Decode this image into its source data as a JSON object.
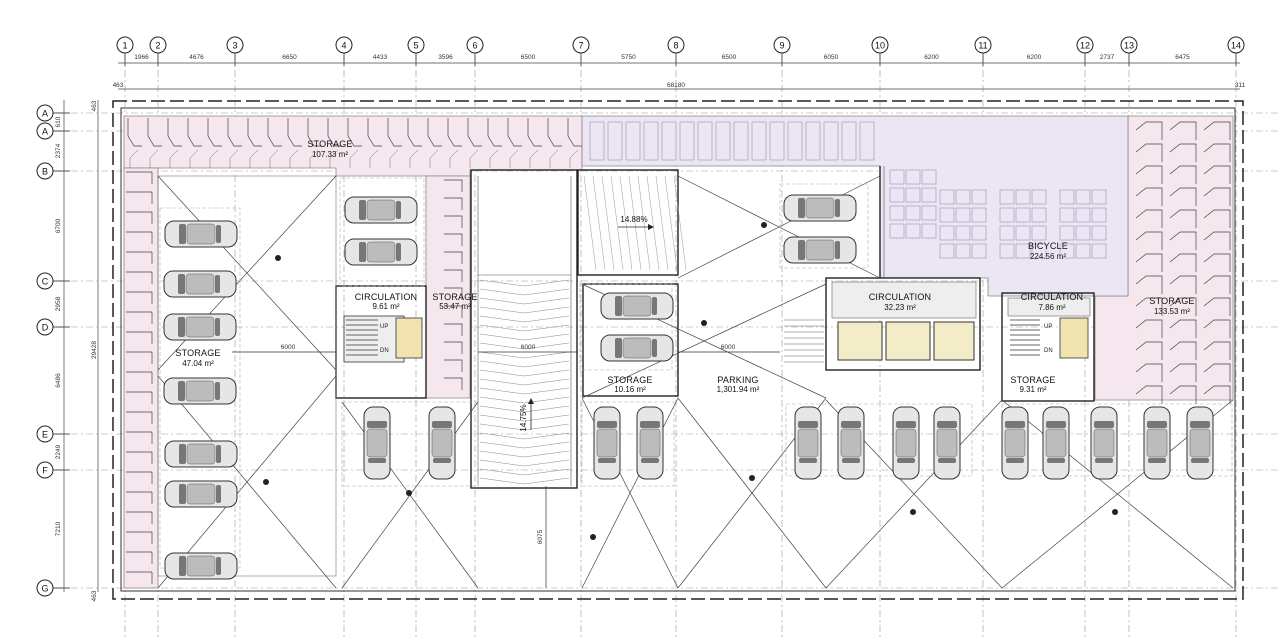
{
  "grid": {
    "columns": [
      "1",
      "2",
      "3",
      "4",
      "5",
      "6",
      "7",
      "8",
      "9",
      "10",
      "11",
      "12",
      "13",
      "14"
    ],
    "column_dims": [
      "1966",
      "4676",
      "6650",
      "4433",
      "3596",
      "6500",
      "5750",
      "6500",
      "6050",
      "6200",
      "6200",
      "2737",
      "6475"
    ],
    "overall_dim": "68180",
    "edge_left_dim": "463",
    "edge_right_dim": "311",
    "rows": [
      "A",
      "A",
      "B",
      "C",
      "D",
      "E",
      "F",
      "G"
    ],
    "row_dims": [
      "610",
      "2374",
      "6700",
      "2958",
      "6486",
      "2249",
      "7210"
    ],
    "overall_row_dim": "29428",
    "edge_top_dim": "463",
    "edge_bottom_dim": "463"
  },
  "rooms": {
    "storage_top": {
      "name": "STORAGE",
      "area": "107.33 m²"
    },
    "storage_left": {
      "name": "STORAGE",
      "area": "47.04 m²"
    },
    "circ_left": {
      "name": "CIRCULATION",
      "area": "9.61 m²"
    },
    "storage_mid": {
      "name": "STORAGE",
      "area": "53.47 m²"
    },
    "storage_ctr": {
      "name": "STORAGE",
      "area": "10.16 m²"
    },
    "parking": {
      "name": "PARKING",
      "area": "1,301.94 m²"
    },
    "circ_ctr": {
      "name": "CIRCULATION",
      "area": "32.23 m²"
    },
    "bicycle": {
      "name": "BICYCLE",
      "area": "224.56 m²"
    },
    "circ_right": {
      "name": "CIRCULATION",
      "area": "7.86 m²"
    },
    "storage_right": {
      "name": "STORAGE",
      "area": "133.53 m²"
    },
    "storage_sm": {
      "name": "STORAGE",
      "area": "9.31 m²"
    }
  },
  "ramps": {
    "upper": "14.88%",
    "lower": "14.75%"
  },
  "dims": {
    "aisle_left": "6000",
    "aisle_mid": "6000",
    "aisle_right": "6000",
    "ramp_depth": "6075"
  },
  "stairs": {
    "up": "UP",
    "dn": "DN"
  },
  "colors": {
    "storage_fill": "#f6e6ee",
    "bicycle_fill": "#ece6f4",
    "circ_fill": "#eeeeee",
    "lift_fill": "#f3ecc8",
    "door_fill": "#f1e3b0"
  }
}
